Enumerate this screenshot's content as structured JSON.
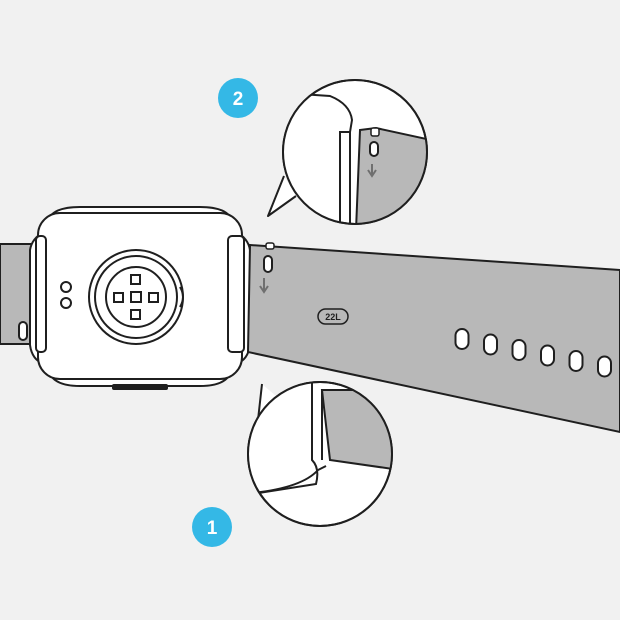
{
  "diagram": {
    "steps": [
      {
        "number": "1"
      },
      {
        "number": "2"
      }
    ],
    "band_size_label": "22L",
    "band_hole_count": 6,
    "colors": {
      "background": "#f1f1f1",
      "band_fill": "#b8b8b8",
      "outline": "#1f1f1f",
      "step_badge": "#34b8e6",
      "watch_body": "#ffffff",
      "arrow": "#6f6f6f"
    }
  }
}
